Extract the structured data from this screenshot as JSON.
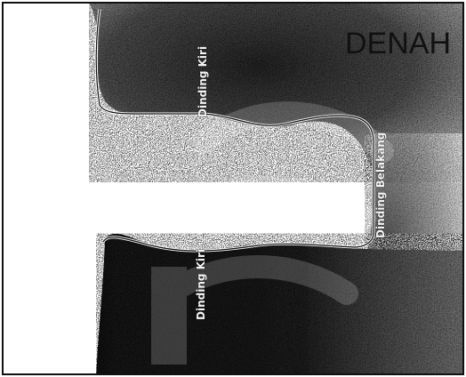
{
  "title": "DENAH",
  "walls": [
    {
      "name": "wall-left-upper",
      "text": "Dinding Kiri"
    },
    {
      "name": "wall-back",
      "text": "Dinding Belakang"
    },
    {
      "name": "wall-left-lower",
      "text": "Dinding Kiri"
    }
  ],
  "colors": {
    "ink": "#111111",
    "paper": "#ffffff",
    "watermark": "#9a9a9a"
  }
}
